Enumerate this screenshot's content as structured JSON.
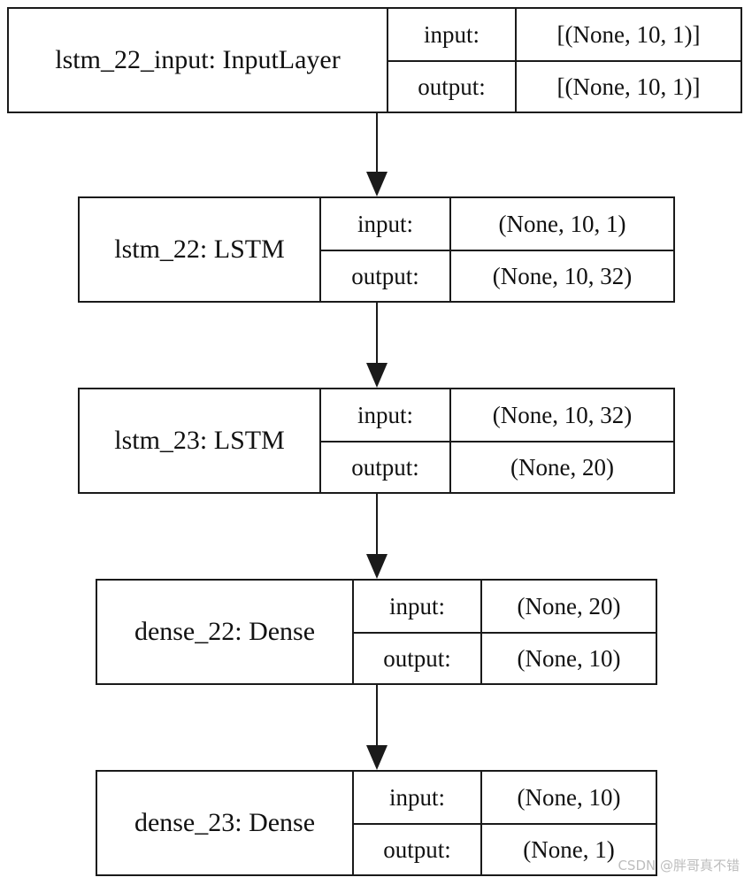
{
  "layers": [
    {
      "name": "lstm_22_input: InputLayer",
      "input_label": "input:",
      "input_shape": "[(None, 10, 1)]",
      "output_label": "output:",
      "output_shape": "[(None, 10, 1)]"
    },
    {
      "name": "lstm_22: LSTM",
      "input_label": "input:",
      "input_shape": "(None, 10, 1)",
      "output_label": "output:",
      "output_shape": "(None, 10, 32)"
    },
    {
      "name": "lstm_23: LSTM",
      "input_label": "input:",
      "input_shape": "(None, 10, 32)",
      "output_label": "output:",
      "output_shape": "(None, 20)"
    },
    {
      "name": "dense_22: Dense",
      "input_label": "input:",
      "input_shape": "(None, 20)",
      "output_label": "output:",
      "output_shape": "(None, 10)"
    },
    {
      "name": "dense_23: Dense",
      "input_label": "input:",
      "input_shape": "(None, 10)",
      "output_label": "output:",
      "output_shape": "(None, 1)"
    }
  ],
  "watermark": "CSDN @胖哥真不错"
}
